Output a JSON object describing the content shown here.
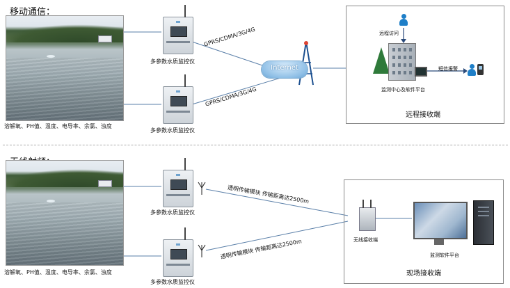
{
  "top": {
    "section_title": "移动通信：",
    "lake_caption": "溶解氧、PH值、温度、电导率、余氯、浊度",
    "device1_label": "多参数水质监控仪",
    "device2_label": "多参数水质监控仪",
    "link1_label": "GPRS/CDMA/3G/4G",
    "link2_label": "GPRS/CDMA/3G/4G",
    "cloud_label": "Internet",
    "remote": {
      "remote_access_label": "远程访问",
      "center_label": "监测中心及软件平台",
      "sms_label": "短信报警",
      "box_title": "远程接收端"
    }
  },
  "bottom": {
    "section_title": "无线射频：",
    "lake_caption": "溶解氧、PH值、温度、电导率、余氯、浊度",
    "device1_label": "多参数水质监控仪",
    "device2_label": "多参数水质监控仪",
    "link1_label": "透明传输模块  传输距离达2500m",
    "link2_label": "透明传输模块  传输距离达2500m",
    "receiver_label": "无线接收端",
    "software_label": "监测软件平台",
    "box_title": "现场接收端"
  },
  "colors": {
    "line": "#5a7fa8",
    "person": "#1f7fc8",
    "tower": "#1b4f8f"
  },
  "icons": [
    "tower-icon",
    "person-icon",
    "building-icon",
    "tree-icon",
    "phone-icon",
    "computer-icon",
    "antenna-icon"
  ]
}
